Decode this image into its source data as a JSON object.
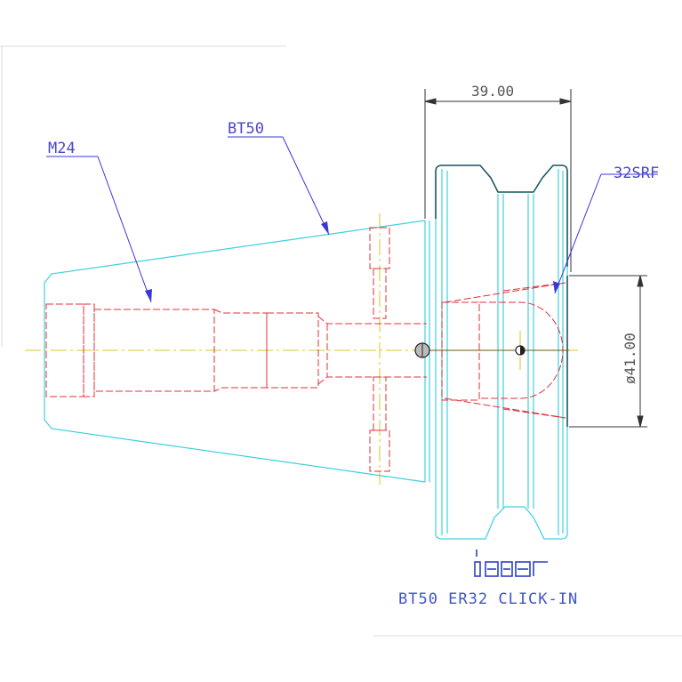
{
  "labels": {
    "m24": "M24",
    "bt50": "BT50",
    "srf": "32SRF",
    "dim_width": "39.00",
    "dim_diameter": "ø41.00"
  },
  "logo_text": "iscar",
  "title": "BT50 ER32 CLICK-IN",
  "colors": {
    "outline": "#3fd0dc",
    "hidden": "#e0303a",
    "centerline": "#d8c82a",
    "leader": "#3a37d8",
    "dimension": "#333333",
    "text_blue": "#4a47c8"
  }
}
